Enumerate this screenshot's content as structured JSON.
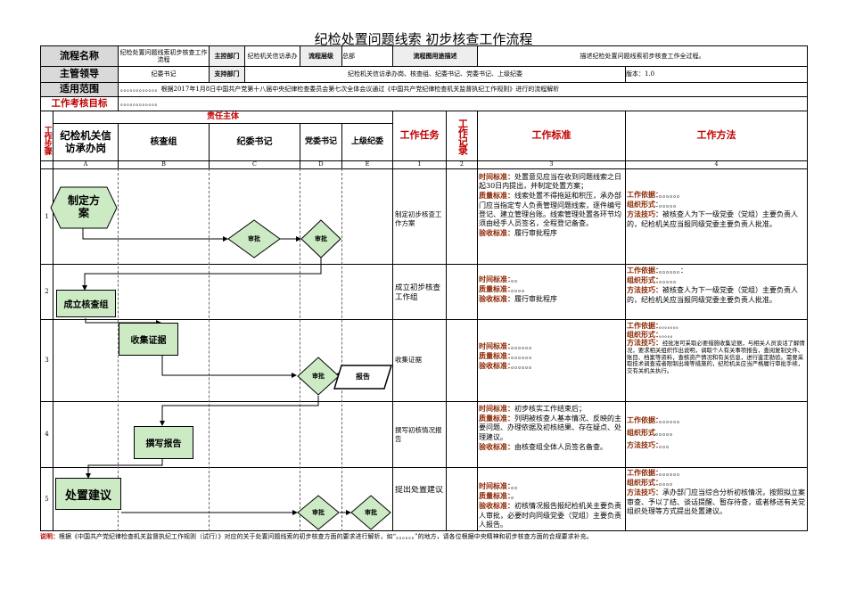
{
  "title": "纪检处置问题线索 初步核查工作流程",
  "header": {
    "flow_name_label": "流程名称",
    "flow_name_value": "纪检处置问题线索初步核查工作流程",
    "lead_dept_label": "主控部门",
    "lead_dept_value": "纪检机关信访承办",
    "level_label": "流程层级",
    "level_value": "总部",
    "purpose_label": "流程图用途描述",
    "purpose_value": "描述纪检处置问题线索初步核查工作全过程。",
    "leader_label": "主管领导",
    "leader_value": "纪委书记",
    "support_label": "支持部门",
    "support_value": "纪检机关信访承办岗、核查组、纪委书记、党委书记、上级纪委",
    "version_value": "版本：1.0",
    "scope_label": "适用范围",
    "scope_value": "。。。。。。。。。。。。根据2017年1月8日中国共产党第十八届中央纪律检查委员会第七次全体会议通过《中国共产党纪律检查机关监督执纪工作规则》进行的流程解析",
    "target_label": "工作考核目标",
    "target_value": "。。。。。。。。。。。。"
  },
  "columns": {
    "step_label": "工作步骤",
    "responsible_label": "责任主体",
    "roles": [
      "纪检机关信访承办岗",
      "核查组",
      "纪委书记",
      "党委书记",
      "上级纪委"
    ],
    "task_label": "工作任务",
    "record_label": "工作记录",
    "standard_label": "工作标准",
    "method_label": "工作方法",
    "letters": [
      "A",
      "B",
      "C",
      "D",
      "E",
      "1",
      "2",
      "3",
      "4"
    ]
  },
  "rows": [
    {
      "num": "1",
      "task": "制定初步核查工作方案",
      "standard": [
        {
          "b": "时间标准：",
          "t": "处置意见应当在收到问题线索之日起30日内提出，并制定处置方案；"
        },
        {
          "b": "质量标准：",
          "t": "线索处置不得拖延和积压，承办部门应当指定专人负责管理问题线索，逐件编号登记、建立管理台账。线索管理处置各环节均须由经手人员签名，全程登记备查。"
        },
        {
          "b": "验收标准：",
          "t": "履行审批程序"
        }
      ],
      "method": [
        {
          "b": "工作依据：",
          "t": "。。。。。。"
        },
        {
          "b": "组织形式",
          "t": "：。。。。。"
        },
        {
          "b": "方法技巧：",
          "t": "被核查人为下一级党委（党组）主要负责人的，纪检机关应当报同级党委主要负责人批准。"
        }
      ]
    },
    {
      "num": "2",
      "task": "成立初步核查工作组",
      "standard": [
        {
          "b": "时间标准：",
          "t": "。。"
        },
        {
          "b": "质量标准：",
          "t": "。。。。"
        },
        {
          "b": "验收标准：",
          "t": "履行审批程序"
        }
      ],
      "method": [
        {
          "b": "工作依据：",
          "t": "。。。。。。："
        },
        {
          "b": "组织形式：",
          "t": "。。。。。"
        },
        {
          "b": "方法技巧：",
          "t": "被核查人为下一级党委（党组）主要负责人的，纪检机关应当报同级党委主要负责人批准。"
        }
      ]
    },
    {
      "num": "3",
      "task": "收集证据",
      "standard": [
        {
          "b": "时间标准：",
          "t": "。。。。。。"
        },
        {
          "b": "质量标准：",
          "t": "。。。。。。"
        },
        {
          "b": "验收标准：",
          "t": "。。。。。。"
        }
      ],
      "method": [
        {
          "b": "工作依据：",
          "t": "。。。。。。。"
        },
        {
          "b": "组织形式：",
          "t": "。。。。。"
        },
        {
          "b": "方法技巧：",
          "t": "经批准可采取必要措施收集证据，与相关人员谈话了解情况，要求相关组织作出说明，调取个人有关事项报告，查阅复制文件、账目、档案等资料，查核资产情况和有关信息，进行鉴定勘验。需要采取技术调查或者限制出境等措施的，纪检机关应当严格履行审批手续，交有关机关执行。"
        }
      ]
    },
    {
      "num": "4",
      "task": "撰写初核情况报告",
      "standard": [
        {
          "b": "时间标准：",
          "t": "初步核实工作结束后；"
        },
        {
          "b": "质量标准：",
          "t": "列明被核查人基本情况、反映的主要问题、办理依据及初核结果、存在疑点、处理建议。"
        },
        {
          "b": "验收标准：",
          "t": "由核查组全体人员签名备查。"
        }
      ],
      "method": [
        {
          "b": "工作依据：",
          "t": "。。。。。。"
        },
        {
          "b": "组织形式",
          "t": "。。。。。"
        },
        {
          "b": "方法技巧：",
          "t": "。。。"
        }
      ]
    },
    {
      "num": "5",
      "task": "提出处置建议",
      "standard": [
        {
          "b": "时间标准：",
          "t": "。。"
        },
        {
          "b": "质量标准：",
          "t": "。"
        },
        {
          "b": "验收标准：",
          "t": "初核情况报告报纪检机关主要负责人审批，必要时向同级党委（党组）主要负责人报告。"
        }
      ],
      "method": [
        {
          "b": "工作依据：",
          "t": "。。。。。。"
        },
        {
          "b": "组织形式：",
          "t": "。。。。"
        },
        {
          "b": "方法技巧：",
          "t": "承办部门应当综合分析初核情况，按照拟立案审查、予以了结、谈话提醒、暂存待查，或者移送有关党组织处理等方式提出处置建议。"
        }
      ]
    }
  ],
  "diagram": {
    "make_plan": "制定方案",
    "form_group": "成立核查组",
    "collect": "收集证据",
    "write_report": "撰写报告",
    "suggest": "处置建议",
    "approve": "审批",
    "report_doc": "报告"
  },
  "footer": {
    "label": "说明：",
    "text": "根据《中国共产党纪律检查机关监督执纪工作规则（试行）》对应的关于处置问题线索的初步核查方面的要求进行解析，如“。。。。。。”的地方，请各位根据中央精神和初步核查方面的合规要求补充。"
  },
  "colors": {
    "shape_fill": "#ccebc4",
    "header_red": "#c00000",
    "label_brown": "#8b2500"
  }
}
